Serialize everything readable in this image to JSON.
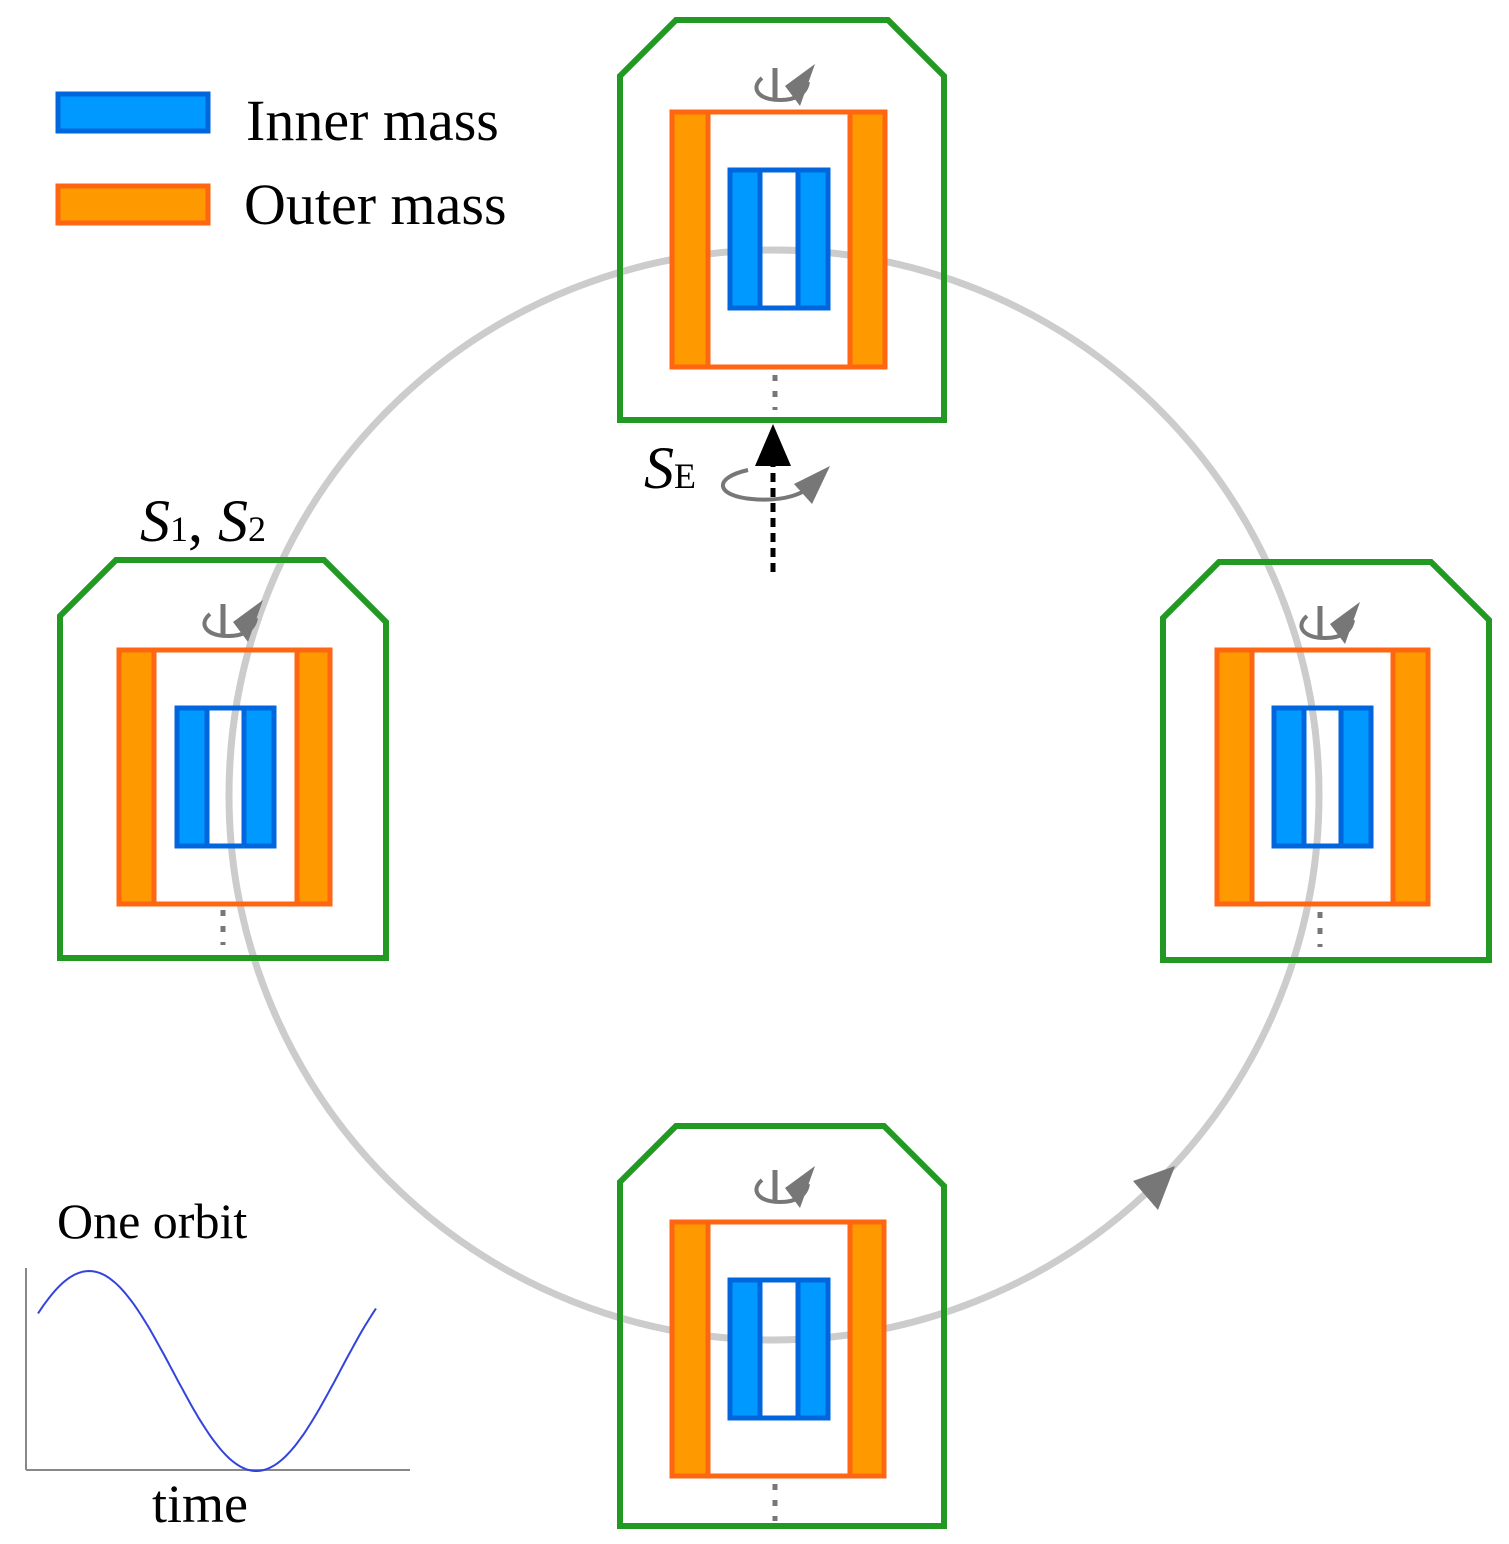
{
  "legend": {
    "items": [
      {
        "label": "Inner mass",
        "fill": "#0099ff",
        "stroke": "#0066dd"
      },
      {
        "label": "Outer mass",
        "fill": "#ff9900",
        "stroke": "#ff6611"
      }
    ]
  },
  "labels": {
    "se_main": "S",
    "se_sub": "E",
    "s12_a": "S",
    "s12_a_sub": "1",
    "s12_sep": ", ",
    "s12_b": "S",
    "s12_b_sub": "2"
  },
  "inset": {
    "title": "One orbit",
    "xlabel": "time",
    "line_color": "#3344dd"
  },
  "colors": {
    "housing": "#229922",
    "orbit": "#cccccc",
    "spin_arrow": "#777777",
    "inner_fill": "#0099ff",
    "inner_stroke": "#0066dd",
    "outer_fill": "#ff9900",
    "outer_stroke": "#ff6611"
  }
}
